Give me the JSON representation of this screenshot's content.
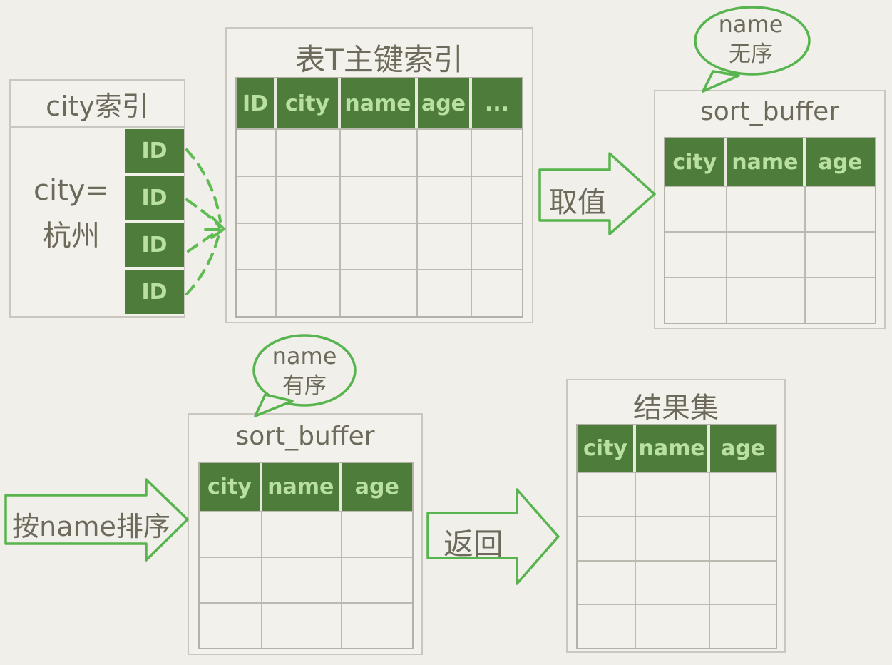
{
  "colors": {
    "background": "#f0efe9",
    "cell_green": "#4d7c3b",
    "cell_text_green": "#b9e0a2",
    "ink": "#6e6a5b",
    "line_green": "#58b44e",
    "box_border": "#c9c7bf",
    "grid_line": "#bcbab1"
  },
  "city_index": {
    "title": "city索引",
    "query_line1": "city=",
    "query_line2": "杭州",
    "id_cells": [
      "ID",
      "ID",
      "ID",
      "ID"
    ]
  },
  "primary_index": {
    "title": "表T主键索引",
    "columns": [
      "ID",
      "city",
      "name",
      "age",
      "..."
    ],
    "empty_rows": 4
  },
  "sort_buffer_top": {
    "title": "sort_buffer",
    "columns": [
      "city",
      "name",
      "age"
    ],
    "empty_rows": 3,
    "bubble_line1": "name",
    "bubble_line2": "无序"
  },
  "sort_buffer_bottom": {
    "title": "sort_buffer",
    "columns": [
      "city",
      "name",
      "age"
    ],
    "empty_rows": 3,
    "bubble_line1": "name",
    "bubble_line2": "有序"
  },
  "result_set": {
    "title": "结果集",
    "columns": [
      "city",
      "name",
      "age"
    ],
    "empty_rows": 4
  },
  "arrows": {
    "fetch_label": "取值",
    "sort_label": "按name排序",
    "return_label": "返回"
  }
}
